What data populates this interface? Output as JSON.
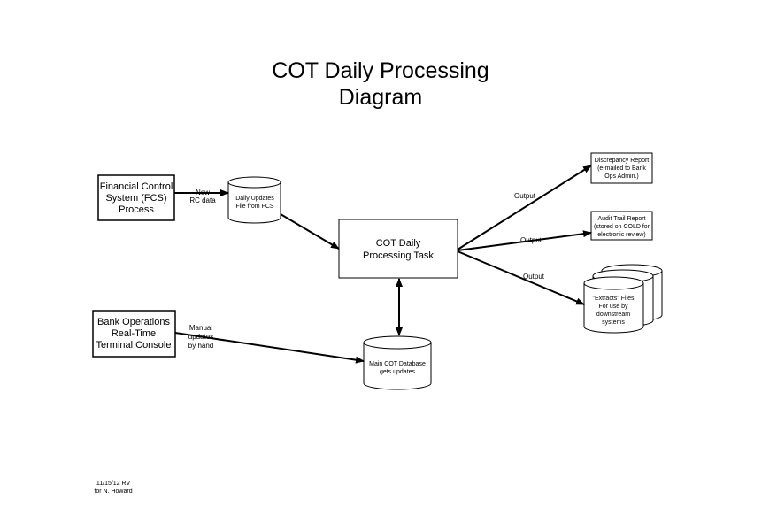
{
  "title": {
    "line1": "COT Daily Processing",
    "line2": "Diagram"
  },
  "nodes": {
    "fcs": [
      "Financial Control",
      "System (FCS)",
      "Process"
    ],
    "daily_updates": [
      "Daily Updates",
      "File from FCS"
    ],
    "task": [
      "COT Daily",
      "Processing Task"
    ],
    "bank_ops": [
      "Bank Operations",
      "Real-Time",
      "Terminal Console"
    ],
    "main_db": [
      "Main COT Database",
      "gets updates"
    ],
    "discrepancy": [
      "Discrepancy Report",
      "(e-mailed to Bank",
      "Ops Admin.)"
    ],
    "audit": [
      "Audit Trail Report",
      "(stored on COLD for",
      "electronic review)"
    ],
    "extracts": [
      "\"Extracts\" Files",
      "For use by",
      "downstream",
      "systems"
    ]
  },
  "edges": {
    "fcs_to_file": [
      "New",
      "RC data"
    ],
    "bank_to_db": [
      "Manual",
      "updates",
      "by hand"
    ],
    "output1": "Output",
    "output2": "Output",
    "output3": "Output"
  },
  "footer": {
    "line1": "11/15/12 RV",
    "line2": "for N. Howard"
  }
}
